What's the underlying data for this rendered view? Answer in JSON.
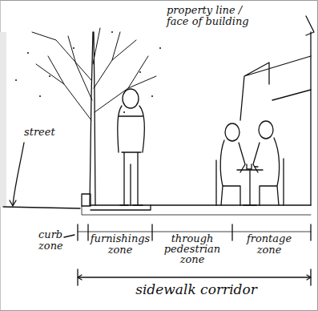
{
  "diagram": {
    "labels": [
      "property line / face of building",
      "street",
      "curb zone",
      "furnishings zone",
      "through pedestrian zone",
      "frontage zone",
      "sidewalk corridor"
    ]
  }
}
